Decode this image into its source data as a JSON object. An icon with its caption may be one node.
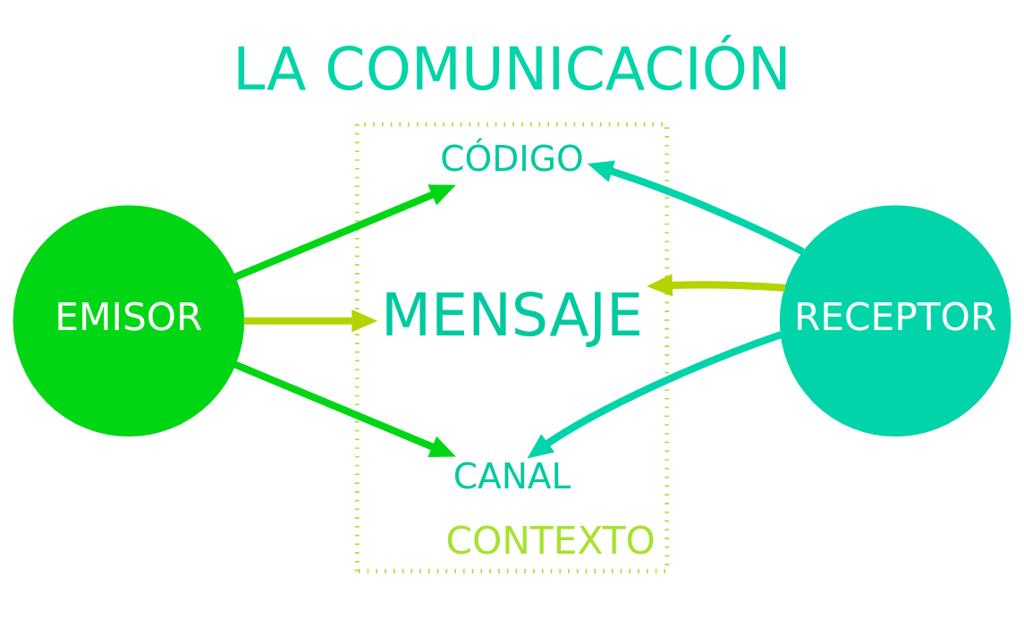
{
  "diagram": {
    "title": "LA COMUNICACIÓN",
    "nodes": [
      {
        "text": [
          "CONTEXTO"
        ]
      },
      {
        "text": [
          "EMISOR"
        ]
      },
      {
        "text": [
          "CÓDIGO"
        ],
        "in": 0
      },
      {
        "text": [
          "MENSAJE"
        ],
        "in": 0
      },
      {
        "text": [
          "CANAL"
        ],
        "in": 0
      },
      {
        "text": [
          "RECEPTOR"
        ]
      }
    ],
    "edges": [
      {
        "from": 1,
        "to": 2,
        "arrow": "to",
        "color": "#00d614"
      },
      {
        "from": 1,
        "to": 3,
        "arrow": "to",
        "color": "#b5d300"
      },
      {
        "from": 1,
        "to": 4,
        "arrow": "to",
        "color": "#00d614"
      },
      {
        "from": 5,
        "to": 2,
        "arrow": "to",
        "color": "#00d4a8"
      },
      {
        "from": 5,
        "to": 3,
        "arrow": "to",
        "color": "#b5d300"
      },
      {
        "from": 5,
        "to": 4,
        "arrow": "to",
        "color": "#00d4a8"
      }
    ]
  }
}
